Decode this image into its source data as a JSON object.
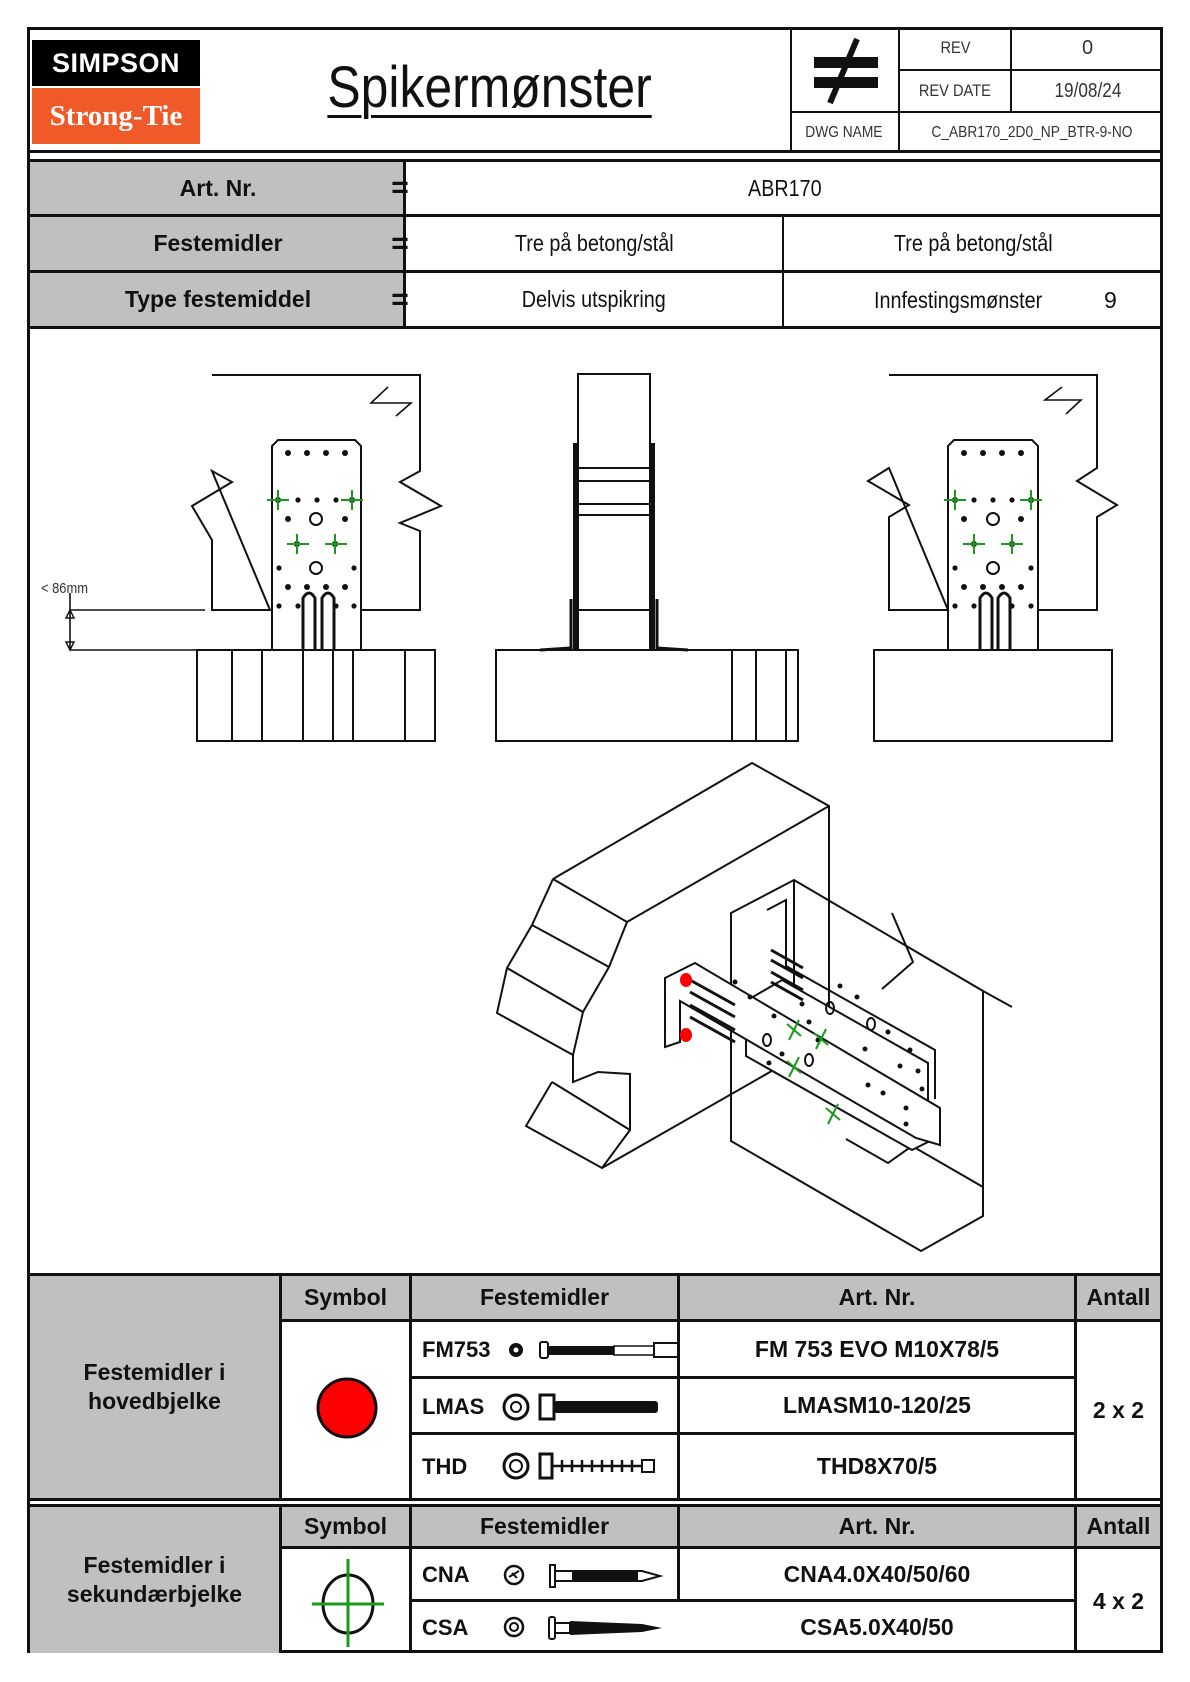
{
  "header": {
    "logo_top": "SIMPSON",
    "logo_bottom": "Strong-Tie",
    "title": "Spikermønster",
    "symbol_icon": "not-equal-icon",
    "rev_label": "REV",
    "rev_value": "0",
    "rev_date_label": "REV DATE",
    "rev_date_value": "19/08/24",
    "dwg_name_label": "DWG NAME",
    "dwg_name_value": "C_ABR170_2D0_NP_BTR-9-NO"
  },
  "info": {
    "equals": "=",
    "rows": [
      {
        "label": "Art. Nr.",
        "values": [
          "ABR170"
        ]
      },
      {
        "label": "Festemidler",
        "values": [
          "Tre på betong/stål",
          "Tre på betong/stål"
        ]
      },
      {
        "label": "Type festemiddel",
        "values": [
          "Delvis utspikring",
          "Innfestingsmønster"
        ],
        "pattern_number": "9"
      }
    ]
  },
  "drawing": {
    "dimension_label": "< 86mm",
    "colors": {
      "primary_fastener": "#ff0000",
      "secondary_fastener": "#1a9a1a",
      "line": "#111111"
    }
  },
  "tables": {
    "headers": {
      "symbol": "Symbol",
      "fasteners": "Festemidler",
      "art_nr": "Art. Nr.",
      "count": "Antall"
    },
    "primary": {
      "group_label_line1": "Festemidler i",
      "group_label_line2": "hovedbjelke",
      "symbol_icon": "red-dot-icon",
      "items": [
        {
          "name": "FM753",
          "art_nr": "FM 753 EVO M10X78/5",
          "icon": "anchor-bolt-icon"
        },
        {
          "name": "LMAS",
          "art_nr": "LMASM10-120/25",
          "icon": "hex-screw-icon"
        },
        {
          "name": "THD",
          "art_nr": "THD8X70/5",
          "icon": "concrete-screw-icon"
        }
      ],
      "count": "2 x 2"
    },
    "secondary": {
      "group_label_line1": "Festemidler i",
      "group_label_line2": "sekundærbjelke",
      "symbol_icon": "crosshair-circle-icon",
      "items": [
        {
          "name": "CNA",
          "art_nr": "CNA4.0X40/50/60",
          "icon": "ring-nail-icon"
        },
        {
          "name": "CSA",
          "art_nr": "CSA5.0X40/50",
          "icon": "wood-screw-icon"
        }
      ],
      "count": "4 x 2"
    }
  }
}
